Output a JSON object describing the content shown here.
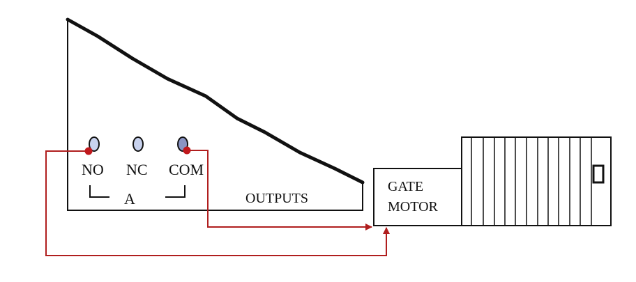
{
  "terminals": [
    {
      "label": "NO"
    },
    {
      "label": "NC"
    },
    {
      "label": "COM"
    }
  ],
  "relay_label": "A",
  "outputs_label": "OUTPUTS",
  "motor": {
    "line1": "GATE",
    "line2": "MOTOR"
  },
  "colors": {
    "wire": "#b01e1e",
    "outline": "#111111",
    "terminal_fill": "#c8d2ee",
    "terminal_fill_com": "#8a94c4",
    "wire_dot": "#c0181c"
  }
}
